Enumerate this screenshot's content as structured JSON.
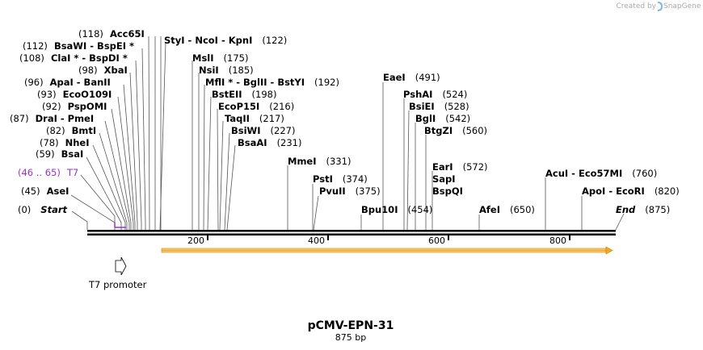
{
  "app": {
    "brand_prefix": "Created by",
    "brand_name": "SnapGene"
  },
  "map": {
    "name": "pCMV-EPN-31",
    "length_label": "875 bp",
    "length": 875,
    "axis_ticks": [
      "200",
      "400",
      "600",
      "800"
    ]
  },
  "sites": [
    {
      "id": "start",
      "enzyme": "Start",
      "pos": "(0)",
      "style": "italic"
    },
    {
      "id": "asei",
      "enzyme": "AseI",
      "pos": "(45)"
    },
    {
      "id": "t7",
      "enzyme": "T7",
      "pos": "(46 .. 65)",
      "style": "purple"
    },
    {
      "id": "bsai",
      "enzyme": "BsaI",
      "pos": "(59)"
    },
    {
      "id": "nhei",
      "enzyme": "NheI",
      "pos": "(78)"
    },
    {
      "id": "bmti",
      "enzyme": "BmtI",
      "pos": "(82)"
    },
    {
      "id": "drai",
      "enzyme": "DraI  -  PmeI",
      "pos": "(87)"
    },
    {
      "id": "pspomi",
      "enzyme": "PspOMI",
      "pos": "(92)"
    },
    {
      "id": "eco0109i",
      "enzyme": "EcoO109I",
      "pos": "(93)"
    },
    {
      "id": "apai",
      "enzyme": "ApaI  -  BanII",
      "pos": "(96)"
    },
    {
      "id": "xbai",
      "enzyme": "XbaI",
      "pos": "(98)"
    },
    {
      "id": "clai",
      "enzyme": "ClaI *  -  BspDI *",
      "pos": "(108)"
    },
    {
      "id": "bsawi",
      "enzyme": "BsaWI  -  BspEI *",
      "pos": "(112)"
    },
    {
      "id": "acc65i",
      "enzyme": "Acc65I",
      "pos": "(118)"
    },
    {
      "id": "styi",
      "enzyme": "StyI  -  NcoI  -  KpnI",
      "pos": "(122)"
    },
    {
      "id": "msli",
      "enzyme": "MslI",
      "pos": "(175)"
    },
    {
      "id": "nsii",
      "enzyme": "NsiI",
      "pos": "(185)"
    },
    {
      "id": "mfli",
      "enzyme": "MflI *  -  BglII  -  BstYI",
      "pos": "(192)"
    },
    {
      "id": "bsteii",
      "enzyme": "BstEII",
      "pos": "(198)"
    },
    {
      "id": "ecop15i",
      "enzyme": "EcoP15I",
      "pos": "(216)"
    },
    {
      "id": "taqii",
      "enzyme": "TaqII",
      "pos": "(217)"
    },
    {
      "id": "bsiwi",
      "enzyme": "BsiWI",
      "pos": "(227)"
    },
    {
      "id": "bsaai",
      "enzyme": "BsaAI",
      "pos": "(231)"
    },
    {
      "id": "mmei",
      "enzyme": "MmeI",
      "pos": "(331)"
    },
    {
      "id": "psti",
      "enzyme": "PstI",
      "pos": "(374)"
    },
    {
      "id": "pvuii",
      "enzyme": "PvuII",
      "pos": "(375)"
    },
    {
      "id": "bpu10i",
      "enzyme": "Bpu10I",
      "pos": "(454)"
    },
    {
      "id": "eaei",
      "enzyme": "EaeI",
      "pos": "(491)"
    },
    {
      "id": "pshai",
      "enzyme": "PshAI",
      "pos": "(524)"
    },
    {
      "id": "bsiei",
      "enzyme": "BsiEI",
      "pos": "(528)"
    },
    {
      "id": "bgli",
      "enzyme": "BglI",
      "pos": "(542)"
    },
    {
      "id": "btgzi",
      "enzyme": "BtgZI",
      "pos": "(560)"
    },
    {
      "id": "eari",
      "enzyme": "EarI",
      "pos": "(572)"
    },
    {
      "id": "sapi",
      "enzyme": "SapI",
      "pos": ""
    },
    {
      "id": "bspqi",
      "enzyme": "BspQI",
      "pos": ""
    },
    {
      "id": "afei",
      "enzyme": "AfeI",
      "pos": "(650)"
    },
    {
      "id": "acui",
      "enzyme": "AcuI  -  Eco57MI",
      "pos": "(760)"
    },
    {
      "id": "apoi",
      "enzyme": "ApoI  -  EcoRI",
      "pos": "(820)"
    },
    {
      "id": "end",
      "enzyme": "End",
      "pos": "(875)",
      "style": "italic"
    }
  ],
  "features": {
    "t7_promoter": {
      "label": "T7 promoter"
    }
  },
  "colors": {
    "feature_arrow": "#f5a623",
    "t7": "#9b30d9",
    "backbone": "#000000"
  }
}
